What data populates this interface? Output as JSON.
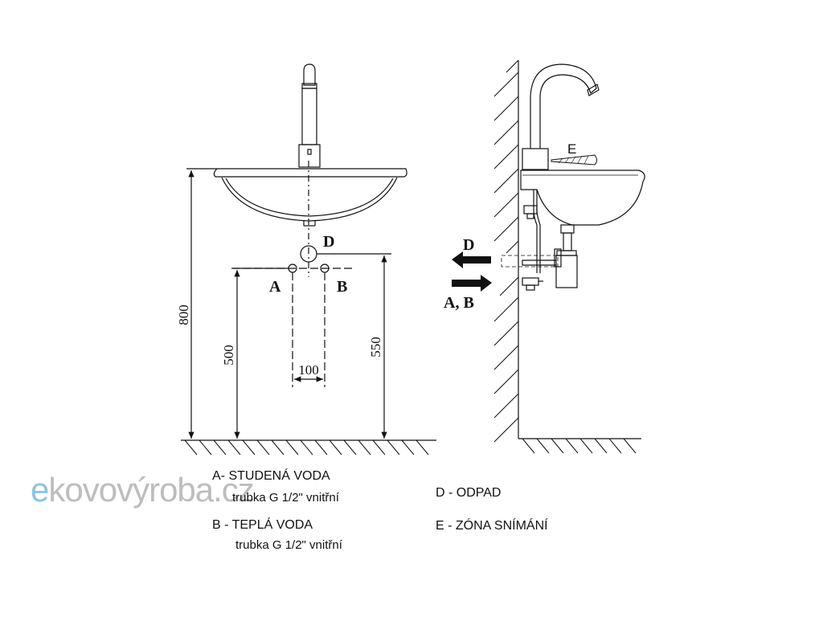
{
  "dimensions": {
    "total_height": "800",
    "inlet_height": "500",
    "drain_height": "550",
    "inlet_spacing": "100"
  },
  "labels": {
    "a": "A",
    "b": "B",
    "d": "D",
    "e": "E",
    "side_d": "D",
    "side_ab": "A, B"
  },
  "legend": {
    "a_title": "A- STUDENÁ VODA",
    "a_sub": "trubka G 1/2\" vnitřní",
    "b_title": "B - TEPLÁ VODA",
    "b_sub": "trubka G 1/2\" vnitřní",
    "d_title": "D - ODPAD",
    "e_title": "E - ZÓNA SNÍMÁNÍ"
  },
  "watermark": {
    "first": "e",
    "rest": "kovovýroba.cz"
  }
}
